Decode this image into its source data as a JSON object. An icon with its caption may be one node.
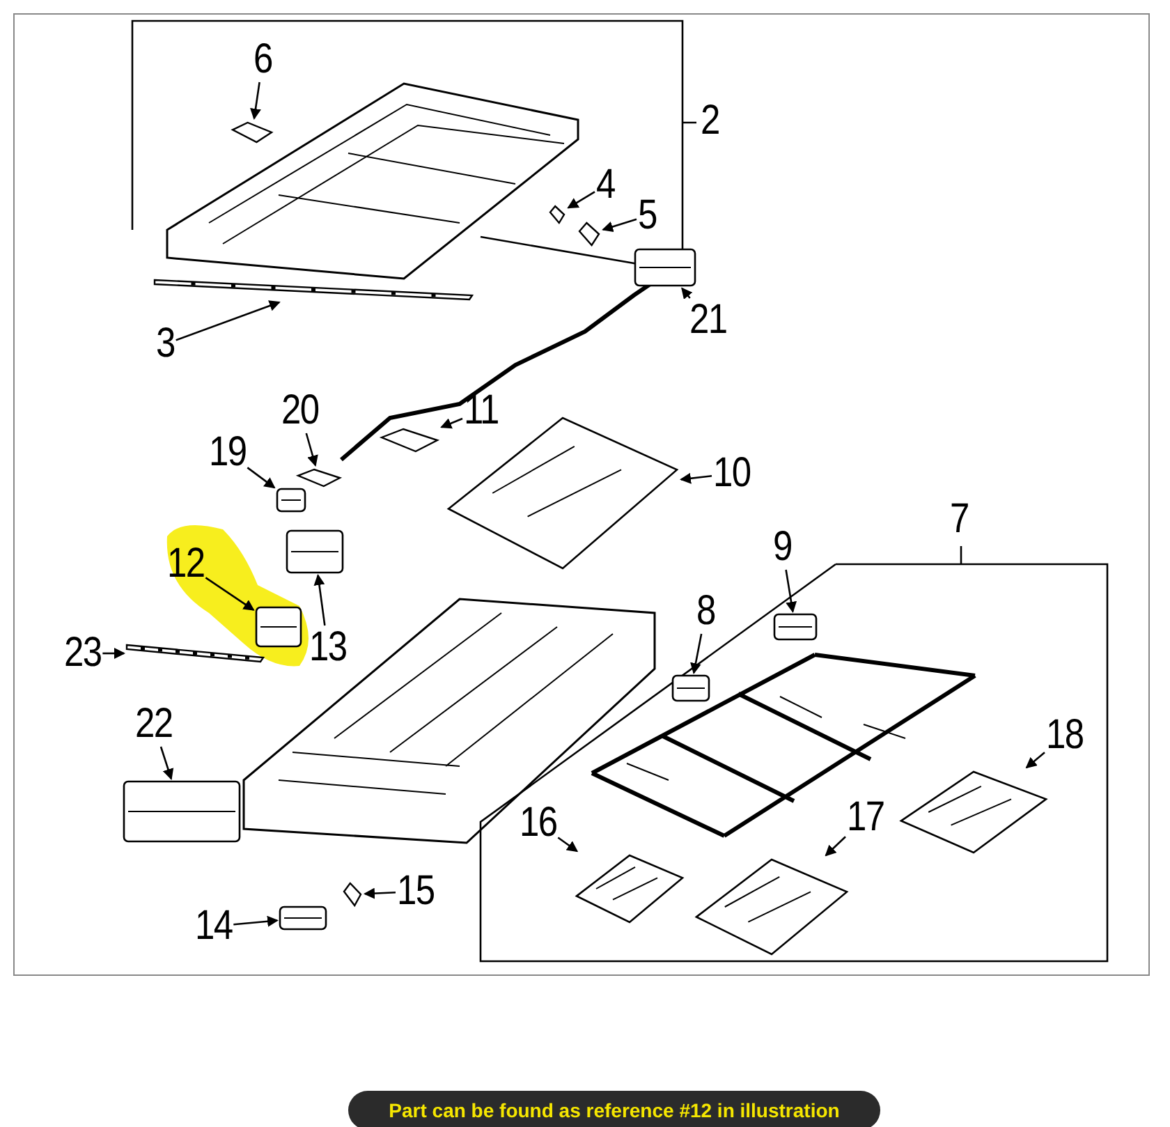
{
  "diagram": {
    "caption": "Part can be found as reference #12 in illustration",
    "nodes": [
      {
        "text": [
          "6"
        ]
      },
      {
        "text": [],
        "shape": "picture"
      },
      {
        "text": [
          "4"
        ]
      },
      {
        "text": [],
        "shape": "picture"
      },
      {
        "text": [
          "5"
        ]
      },
      {
        "text": [],
        "shape": "picture"
      },
      {
        "text": [
          "3"
        ]
      },
      {
        "text": [],
        "shape": "picture"
      },
      {
        "text": [
          "21"
        ]
      },
      {
        "text": [],
        "shape": "picture"
      },
      {
        "text": [
          "20"
        ]
      },
      {
        "text": [],
        "shape": "picture"
      },
      {
        "text": [
          "11"
        ]
      },
      {
        "text": [],
        "shape": "picture"
      },
      {
        "text": [
          "19"
        ]
      },
      {
        "text": [],
        "shape": "picture"
      },
      {
        "text": [
          "10"
        ]
      },
      {
        "text": [],
        "shape": "picture"
      },
      {
        "text": [
          "12"
        ]
      },
      {
        "text": [],
        "shape": "picture"
      },
      {
        "text": [
          "13"
        ]
      },
      {
        "text": [],
        "shape": "picture"
      },
      {
        "text": [
          "9"
        ]
      },
      {
        "text": [],
        "shape": "picture"
      },
      {
        "text": [
          "8"
        ]
      },
      {
        "text": [],
        "shape": "picture"
      },
      {
        "text": [
          "23"
        ]
      },
      {
        "text": [],
        "shape": "picture"
      },
      {
        "text": [
          "22"
        ]
      },
      {
        "text": [],
        "shape": "picture"
      },
      {
        "text": [
          "18"
        ]
      },
      {
        "text": [],
        "shape": "picture"
      },
      {
        "text": [
          "16"
        ]
      },
      {
        "text": [],
        "shape": "picture"
      },
      {
        "text": [
          "17"
        ]
      },
      {
        "text": [],
        "shape": "picture"
      },
      {
        "text": [
          "14"
        ]
      },
      {
        "text": [],
        "shape": "picture"
      },
      {
        "text": [
          "15"
        ]
      },
      {
        "text": [],
        "shape": "picture"
      }
    ],
    "edges": [
      {
        "from": 0,
        "to": 1,
        "arrow": "to"
      },
      {
        "from": 2,
        "to": 3,
        "arrow": "to"
      },
      {
        "from": 4,
        "to": 5,
        "arrow": "to"
      },
      {
        "from": 6,
        "to": 7,
        "arrow": "to"
      },
      {
        "from": 8,
        "to": 9,
        "arrow": "to"
      },
      {
        "from": 10,
        "to": 11,
        "arrow": "to"
      },
      {
        "from": 12,
        "to": 13,
        "arrow": "to"
      },
      {
        "from": 14,
        "to": 15,
        "arrow": "to"
      },
      {
        "from": 16,
        "to": 17,
        "arrow": "to"
      },
      {
        "from": 18,
        "to": 19,
        "arrow": "to"
      },
      {
        "from": 20,
        "to": 21,
        "arrow": "to"
      },
      {
        "from": 22,
        "to": 23,
        "arrow": "to"
      },
      {
        "from": 24,
        "to": 25,
        "arrow": "to"
      },
      {
        "from": 26,
        "to": 27,
        "arrow": "to"
      },
      {
        "from": 28,
        "to": 29,
        "arrow": "to"
      },
      {
        "from": 30,
        "to": 31,
        "arrow": "to"
      },
      {
        "from": 32,
        "to": 33,
        "arrow": "to"
      },
      {
        "from": 34,
        "to": 35,
        "arrow": "to"
      },
      {
        "from": 36,
        "to": 37,
        "arrow": "to"
      },
      {
        "from": 38,
        "to": 39,
        "arrow": "to"
      }
    ],
    "labels": [
      "2",
      "7"
    ]
  }
}
